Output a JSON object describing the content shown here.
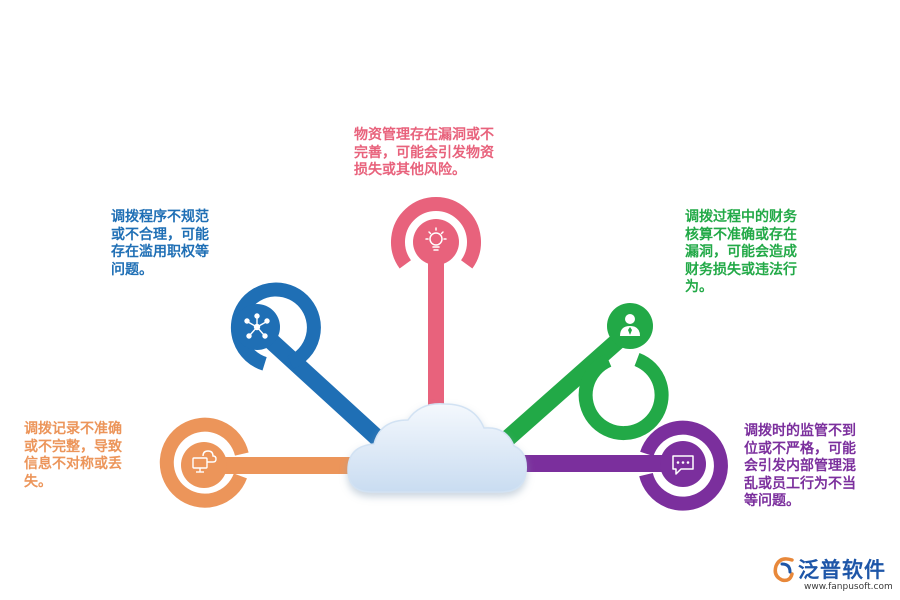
{
  "colors": {
    "pink": "#e8627c",
    "blue": "#1f6fb5",
    "green": "#22a947",
    "orange": "#ec955a",
    "purple": "#7b2f9d",
    "cloud": "#dbe9f7",
    "brand": "#1e56a8"
  },
  "branches": [
    {
      "id": "pink",
      "icon": "lightbulb-icon",
      "text": "物资管理存在漏洞或不\n完善，可能会引发物资\n损失或其他风险。"
    },
    {
      "id": "blue",
      "icon": "network-icon",
      "text": "调拨程序不规范\n或不合理，可能\n存在滥用职权等\n问题。"
    },
    {
      "id": "green",
      "icon": "person-icon",
      "text": "调拨过程中的财务\n核算不准确或存在\n漏洞，可能会造成\n财务损失或违法行\n为。"
    },
    {
      "id": "orange",
      "icon": "computer-icon",
      "text": "调拨记录不准确\n或不完整，导致\n信息不对称或丢\n失。"
    },
    {
      "id": "purple",
      "icon": "chat-icon",
      "text": "调拨时的监管不到\n位或不严格，可能\n会引发内部管理混\n乱或员工行为不当\n等问题。"
    }
  ],
  "brand": {
    "name": "泛普软件",
    "url": "www.fanpusoft.com"
  }
}
